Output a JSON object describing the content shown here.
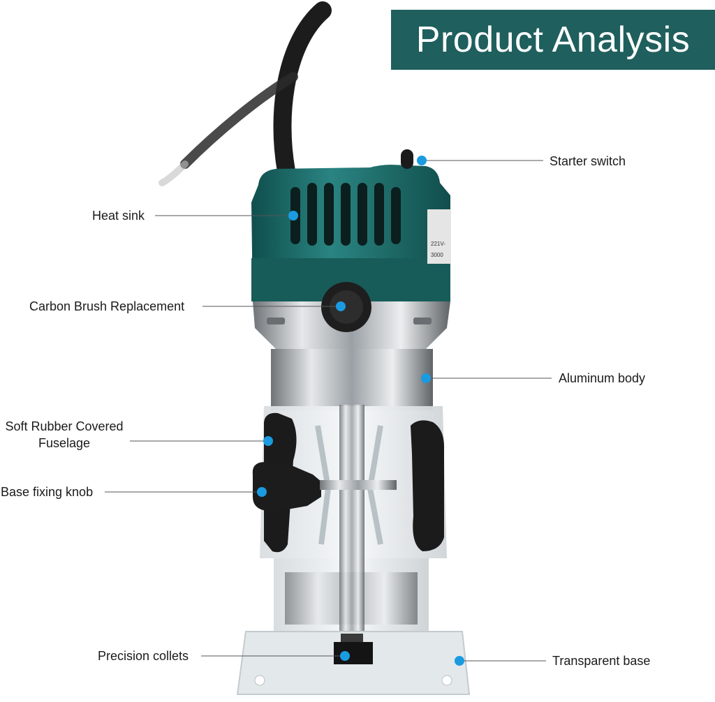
{
  "title": "Product Analysis",
  "colors": {
    "banner": "#1f5f5d",
    "dot": "#1a9be0",
    "housing": "#1e6f6c",
    "metal": "#b8bcc0",
    "rubber": "#1b1b1b"
  },
  "callouts": {
    "starter_switch": "Starter switch",
    "heat_sink": "Heat sink",
    "carbon_brush": "Carbon Brush Replacement",
    "aluminum_body": "Aluminum body",
    "soft_rubber_line1": "Soft Rubber Covered",
    "soft_rubber_line2": "Fuselage",
    "base_knob": "Base fixing knob",
    "precision_collets": "Precision collets",
    "transparent_base": "Transparent base"
  },
  "housing_text": {
    "label_line1": "221V-",
    "label_line2": "3000"
  }
}
